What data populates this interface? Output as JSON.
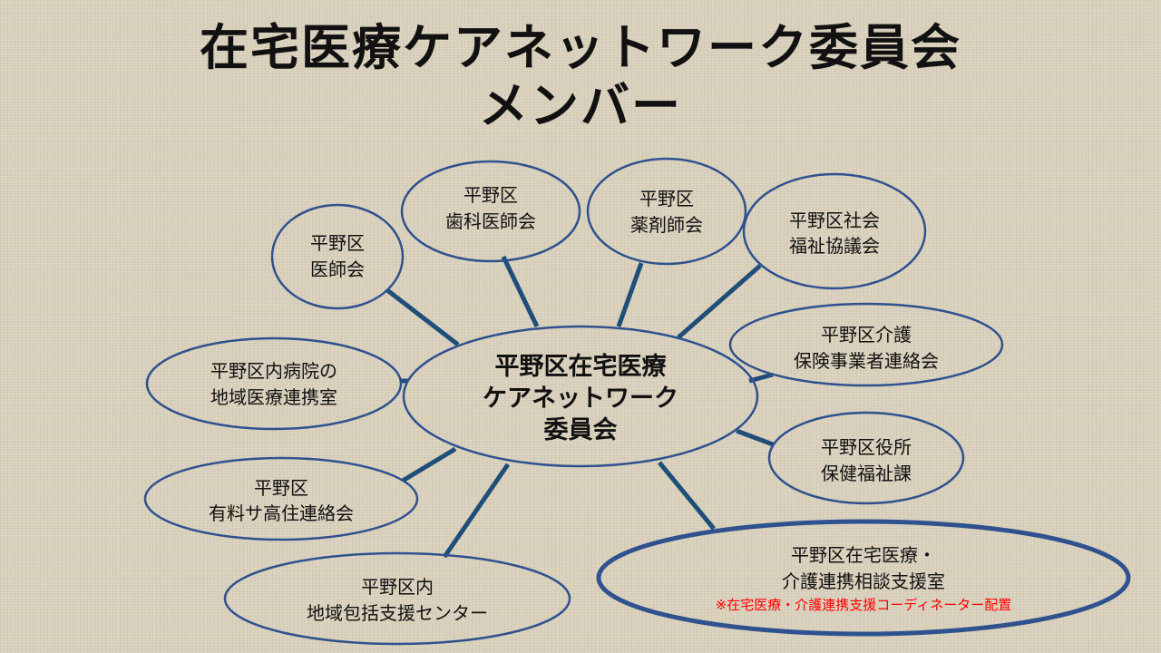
{
  "title": {
    "line1": "在宅医療ケアネットワーク委員会",
    "line2": "メンバー"
  },
  "colors": {
    "node_stroke": "#2f528f",
    "link": "#1f4e79",
    "note": "#ff0000"
  },
  "center": {
    "lines": [
      "平野区在宅医療",
      "ケアネットワーク",
      "委員会"
    ]
  },
  "nodes": {
    "ishikai": [
      "平野区",
      "医師会"
    ],
    "shika": [
      "平野区",
      "歯科医師会"
    ],
    "yakuzai": [
      "平野区",
      "薬剤師会"
    ],
    "shakyo": [
      "平野区社会",
      "福祉協議会"
    ],
    "kaigo": [
      "平野区介護",
      "保険事業者連絡会"
    ],
    "kuyakusho": [
      "平野区役所",
      "保健福祉課"
    ],
    "soudan": [
      "平野区在宅医療・",
      "介護連携相談支援室"
    ],
    "soudan_note": "※在宅医療・介護連携支援コーディネーター配置",
    "byoin": [
      "平野区内病院の",
      "地域医療連携室"
    ],
    "koujuu": [
      "平野区",
      "有料サ高住連絡会"
    ],
    "houkatsu": [
      "平野区内",
      "地域包括支援センター"
    ]
  }
}
